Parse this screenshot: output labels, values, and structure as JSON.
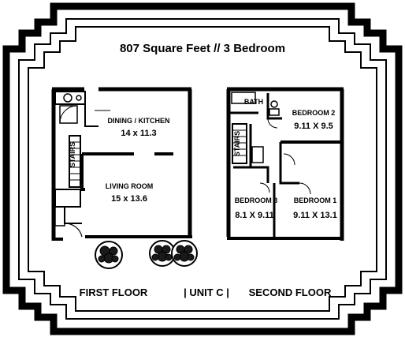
{
  "title": "807 Square Feet // 3 Bedroom",
  "first_floor": {
    "label": "FIRST FLOOR",
    "rooms": [
      {
        "name": "DINING / KITCHEN",
        "size": "14 x 11.3"
      },
      {
        "name": "LIVING ROOM",
        "size": "15 x 13.6"
      }
    ],
    "stairs": "STAIRS"
  },
  "unit_label": "| UNIT C |",
  "second_floor": {
    "label": "SECOND FLOOR",
    "rooms": [
      {
        "name": "BATH",
        "size": ""
      },
      {
        "name": "BEDROOM 2",
        "size": "9.11 X 9.5"
      },
      {
        "name": "BEDROOM 3",
        "size": "8.1 X 9.11"
      },
      {
        "name": "BEDROOM 1",
        "size": "9.11 X 13.1"
      }
    ],
    "stairs": "STAIRS"
  },
  "colors": {
    "ink": "#000000",
    "paper": "#ffffff",
    "tree": "#1a1a1a"
  }
}
